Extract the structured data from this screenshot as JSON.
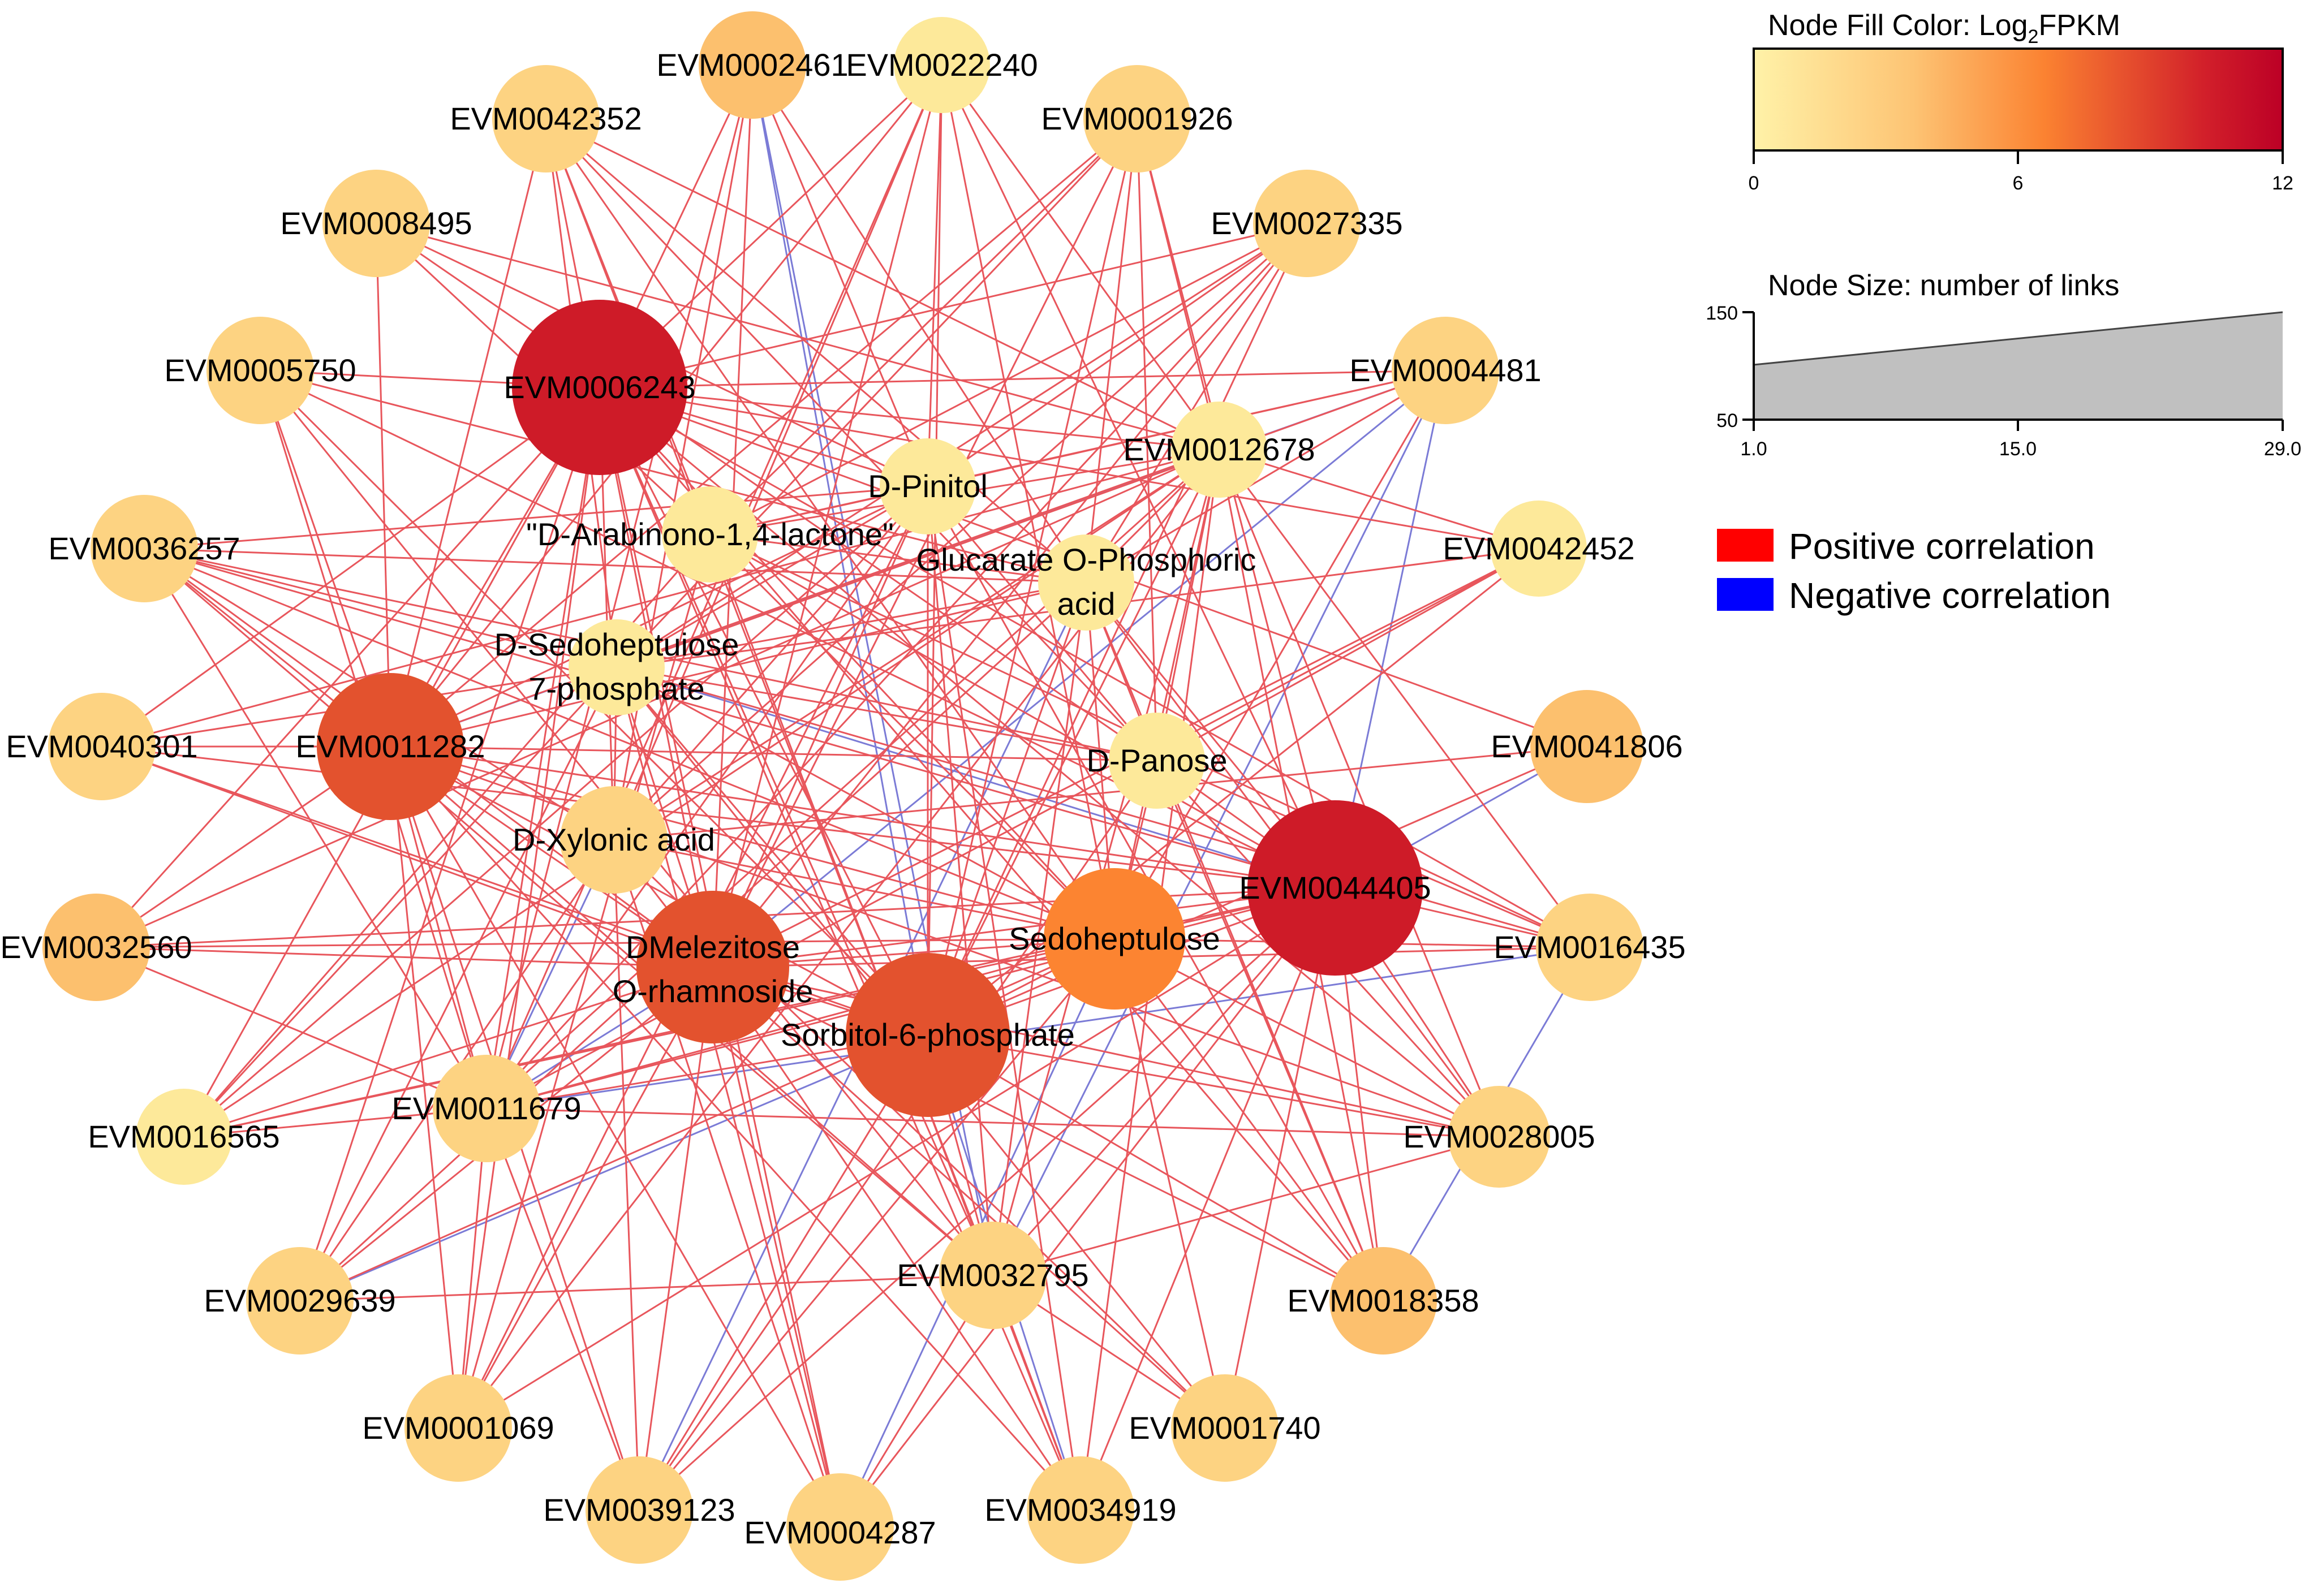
{
  "legend": {
    "fill_title": "Node Fill Color:  Log",
    "fill_title_sub": "2",
    "fill_title_tail": "FPKM",
    "fill_ticks": [
      "0",
      "6",
      "12"
    ],
    "size_title": "Node Size:  number of links",
    "size_y_ticks": [
      "150",
      "50"
    ],
    "size_x_ticks": [
      "1.0",
      "15.0",
      "29.0"
    ],
    "edge_types": [
      {
        "label": "Positive correlation",
        "color": "#ff0000"
      },
      {
        "label": "Negative correlation",
        "color": "#0000ff"
      }
    ]
  },
  "colors": {
    "pale": "#fde99a",
    "light": "#fdd382",
    "mid": "#fcc06e",
    "orange": "#fc8431",
    "redorange": "#e3522e",
    "red": "#ce1b28",
    "positive_edge": "#e8565c",
    "negative_edge": "#7b7bd6",
    "gradient": [
      "#fff2a8",
      "#fdc474",
      "#fb8231",
      "#d2202a",
      "#bc0026"
    ]
  },
  "nodes": [
    {
      "id": "n1",
      "label": "EVM0002461",
      "color": "mid"
    },
    {
      "id": "n2",
      "label": "EVM0022240",
      "color": "pale"
    },
    {
      "id": "n3",
      "label": "EVM0042352",
      "color": "light"
    },
    {
      "id": "n4",
      "label": "EVM0001926",
      "color": "light"
    },
    {
      "id": "n5",
      "label": "EVM0008495",
      "color": "light"
    },
    {
      "id": "n6",
      "label": "EVM0027335",
      "color": "light"
    },
    {
      "id": "n7",
      "label": "EVM0005750",
      "color": "light"
    },
    {
      "id": "n8",
      "label": "EVM0006243",
      "color": "red"
    },
    {
      "id": "n9",
      "label": "EVM0004481",
      "color": "light"
    },
    {
      "id": "n10",
      "label": "EVM0012678",
      "color": "pale"
    },
    {
      "id": "n11",
      "label": "D-Pinitol",
      "color": "pale"
    },
    {
      "id": "n12",
      "label": "EVM0036257",
      "color": "light"
    },
    {
      "id": "n13",
      "label": "\"D-Arabinono-1,4-lactone\"",
      "color": "pale"
    },
    {
      "id": "n14",
      "label": "EVM0042452",
      "color": "pale"
    },
    {
      "id": "n15",
      "label": "Glucarate O-Phosphoric",
      "label2": "acid",
      "color": "pale"
    },
    {
      "id": "n16",
      "label": "D-Sedoheptuiose",
      "label2": "7-phosphate",
      "color": "pale"
    },
    {
      "id": "n17",
      "label": "EVM0040301",
      "color": "light"
    },
    {
      "id": "n18",
      "label": "EVM0011282",
      "color": "redorange"
    },
    {
      "id": "n19",
      "label": "D-Panose",
      "color": "pale"
    },
    {
      "id": "n20",
      "label": "EVM0041806",
      "color": "mid"
    },
    {
      "id": "n21",
      "label": "D-Xylonic acid",
      "color": "light"
    },
    {
      "id": "n22",
      "label": "EVM0044405",
      "color": "red"
    },
    {
      "id": "n23",
      "label": "EVM0032560",
      "color": "mid"
    },
    {
      "id": "n24",
      "label": "DMelezitose",
      "label2": "O-rhamnoside",
      "color": "redorange"
    },
    {
      "id": "n25",
      "label": "Sedoheptulose",
      "color": "orange"
    },
    {
      "id": "n26",
      "label": "EVM0016435",
      "color": "light"
    },
    {
      "id": "n27",
      "label": "Sorbitol-6-phosphate",
      "color": "redorange"
    },
    {
      "id": "n28",
      "label": "EVM0016565",
      "color": "pale"
    },
    {
      "id": "n29",
      "label": "EVM0011679",
      "color": "light"
    },
    {
      "id": "n30",
      "label": "EVM0028005",
      "color": "light"
    },
    {
      "id": "n31",
      "label": "EVM0032795",
      "color": "light"
    },
    {
      "id": "n32",
      "label": "EVM0029639",
      "color": "light"
    },
    {
      "id": "n33",
      "label": "EVM0018358",
      "color": "mid"
    },
    {
      "id": "n34",
      "label": "EVM0001069",
      "color": "light"
    },
    {
      "id": "n35",
      "label": "EVM0001740",
      "color": "light"
    },
    {
      "id": "n36",
      "label": "EVM0039123",
      "color": "light"
    },
    {
      "id": "n37",
      "label": "EVM0034919",
      "color": "light"
    },
    {
      "id": "n38",
      "label": "EVM0004287",
      "color": "light"
    }
  ]
}
